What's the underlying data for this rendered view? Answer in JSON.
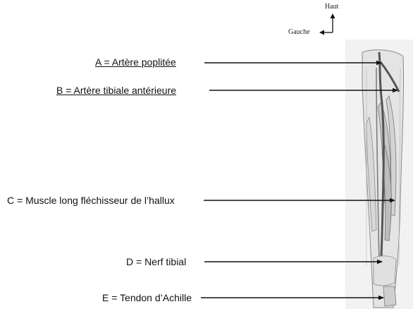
{
  "orientation": {
    "up_label": "Haut",
    "left_label": "Gauche"
  },
  "labels": {
    "a": "A = Artère poplitée",
    "b": "B = Artère tibiale antérieure",
    "c": "C = Muscle long fléchisseur de l’hallux",
    "d": "D = Nerf tibial",
    "e": "E = Tendon d’Achille"
  },
  "colors": {
    "text": "#111111",
    "arrow": "#111111",
    "artery": "#5a5a5a",
    "muscle_fill": "#cfcfcf",
    "leg_background": "#ededed"
  }
}
